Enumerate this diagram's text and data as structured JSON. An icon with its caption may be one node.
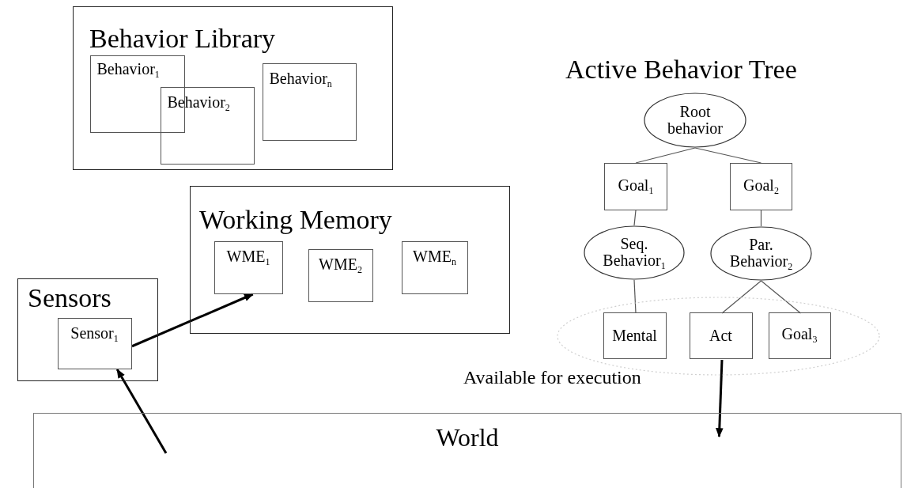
{
  "diagram": {
    "nodes": [
      {
        "text": [
          "Behavior Library"
        ]
      },
      {
        "text": [
          "Behavior$_{1}$"
        ],
        "in": 0
      },
      {
        "text": [
          "Behavior$_{2}$"
        ],
        "in": 0
      },
      {
        "text": [
          "Behavior$_{n}$"
        ],
        "in": 0
      },
      {
        "text": [
          "Working Memory"
        ]
      },
      {
        "text": [
          "WME$_{1}$"
        ],
        "in": 4
      },
      {
        "text": [
          "WME$_{2}$"
        ],
        "in": 4
      },
      {
        "text": [
          "WME$_{n}$"
        ],
        "in": 4
      },
      {
        "text": [
          "Sensors"
        ]
      },
      {
        "text": [
          "Sensor$_{1}$"
        ],
        "in": 8
      },
      {
        "text": [
          "Root behavior"
        ]
      },
      {
        "text": [
          "Goal$_{1}$"
        ]
      },
      {
        "text": [
          "Goal$_{2}$"
        ]
      },
      {
        "text": [
          "Seq. Behavior$_{1}$"
        ]
      },
      {
        "text": [
          "Par. Behavior$_{2}$"
        ]
      },
      {
        "text": [
          "Available for execution"
        ]
      },
      {
        "text": [
          "Mental"
        ],
        "in": 15
      },
      {
        "text": [
          "Act"
        ],
        "in": 15
      },
      {
        "text": [
          "Goal$_{3}$"
        ],
        "in": 15
      },
      {
        "text": [
          "World"
        ]
      }
    ],
    "edges": [
      {
        "from": 9,
        "to": 5,
        "arrow": "to",
        "style": "thick"
      },
      {
        "from": 19,
        "to": 9,
        "arrow": "to",
        "style": "thick"
      },
      {
        "from": 17,
        "to": 19,
        "arrow": "to",
        "style": "thick"
      },
      {
        "from": 10,
        "to": 11,
        "arrow": "none"
      },
      {
        "from": 10,
        "to": 12,
        "arrow": "none"
      },
      {
        "from": 11,
        "to": 13,
        "arrow": "none"
      },
      {
        "from": 12,
        "to": 14,
        "arrow": "none"
      },
      {
        "from": 13,
        "to": 16,
        "arrow": "none"
      },
      {
        "from": 14,
        "to": 17,
        "arrow": "none"
      },
      {
        "from": 14,
        "to": 18,
        "arrow": "none"
      }
    ],
    "labels": [
      "Active Behavior Tree"
    ]
  }
}
